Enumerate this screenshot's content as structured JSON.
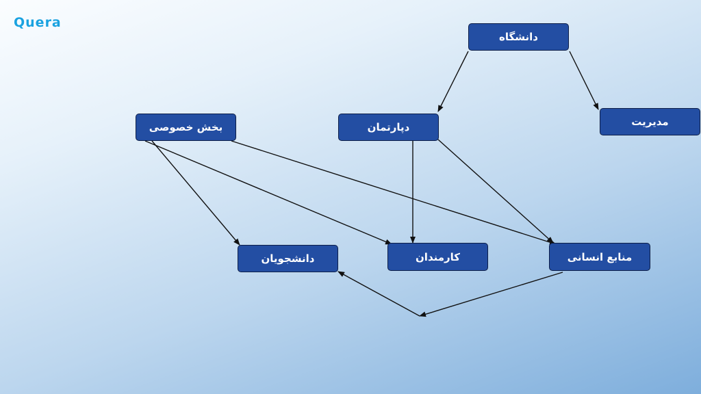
{
  "logo": {
    "text": "Quera"
  },
  "nodes": {
    "university": "دانشگاه",
    "management": "مدیریت",
    "department": "دپارتمان",
    "private_sector": "بخش خصوصی",
    "human_resources": "منابع انسانی",
    "staff": "کارمندان",
    "students": "دانشجویان"
  },
  "edges": [
    {
      "from": "university",
      "to": "department"
    },
    {
      "from": "university",
      "to": "management"
    },
    {
      "from": "department",
      "to": "staff"
    },
    {
      "from": "department",
      "to": "human_resources"
    },
    {
      "from": "private_sector",
      "to": "students"
    },
    {
      "from": "private_sector",
      "to": "staff"
    },
    {
      "from": "private_sector",
      "to": "human_resources"
    },
    {
      "from": "human_resources",
      "to": "students",
      "via": "bend-below"
    }
  ],
  "colors": {
    "node_fill": "#234ea3",
    "node_border": "#0d1e47",
    "edge": "#111111",
    "logo": "#1aa2e0"
  }
}
